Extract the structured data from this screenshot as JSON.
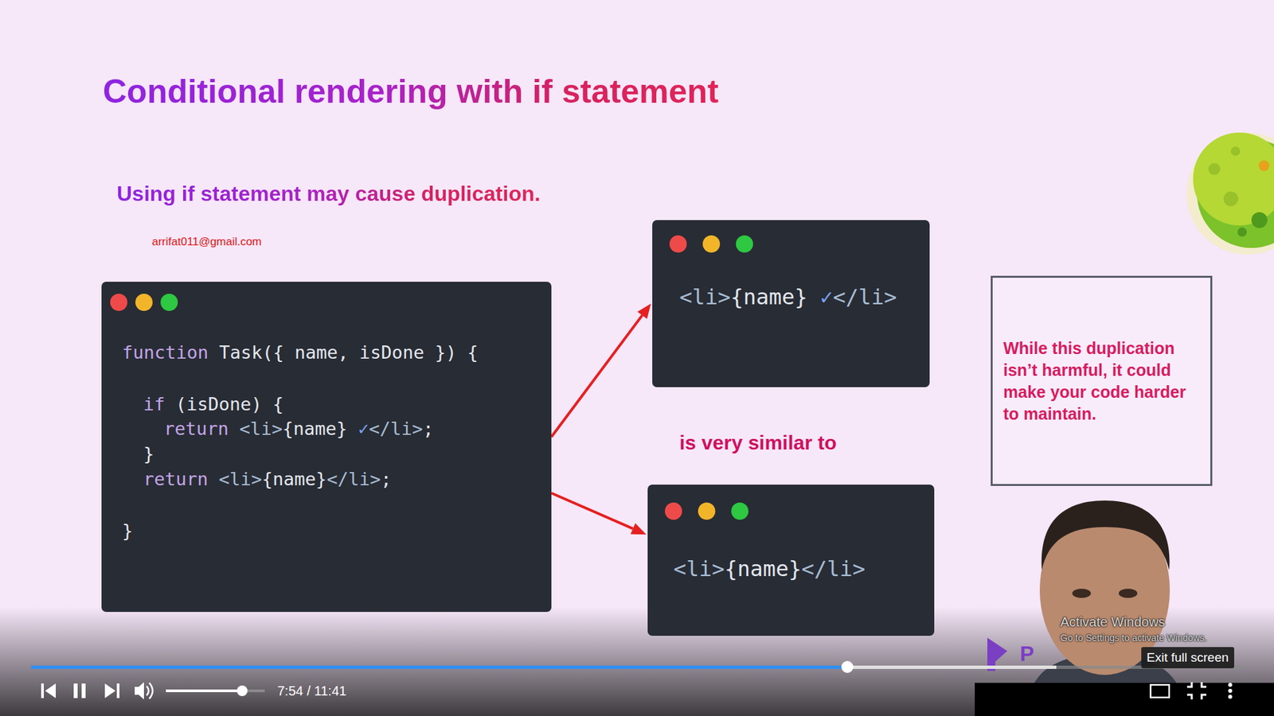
{
  "diagram": {
    "title": "Conditional rendering with if statement",
    "nodes": [
      {
        "text": [
          "function Task({ name, isDone }) {",
          "if (isDone) {",
          "return <li>{name} ✓</li>;",
          "}",
          "return <li>{name}</li>;",
          "}"
        ]
      },
      {
        "text": [
          "<li>{name} ✓</li>"
        ]
      },
      {
        "text": [
          "<li>{name}</li>"
        ]
      },
      {
        "text": [
          "While this duplication isn’t harmful, it could make your code harder to maintain."
        ]
      }
    ],
    "edges": [
      {
        "from": 0,
        "to": 1,
        "arrow": "to"
      },
      {
        "from": 0,
        "to": 2,
        "arrow": "to"
      }
    ],
    "labels": [
      "Using if statement may cause duplication.",
      "arrifat011@gmail.com",
      "is very similar to",
      "P",
      "Activate Windows",
      "Go to Settings to activate Windows.",
      "Exit full screen",
      "7:54 / 11:41"
    ]
  }
}
